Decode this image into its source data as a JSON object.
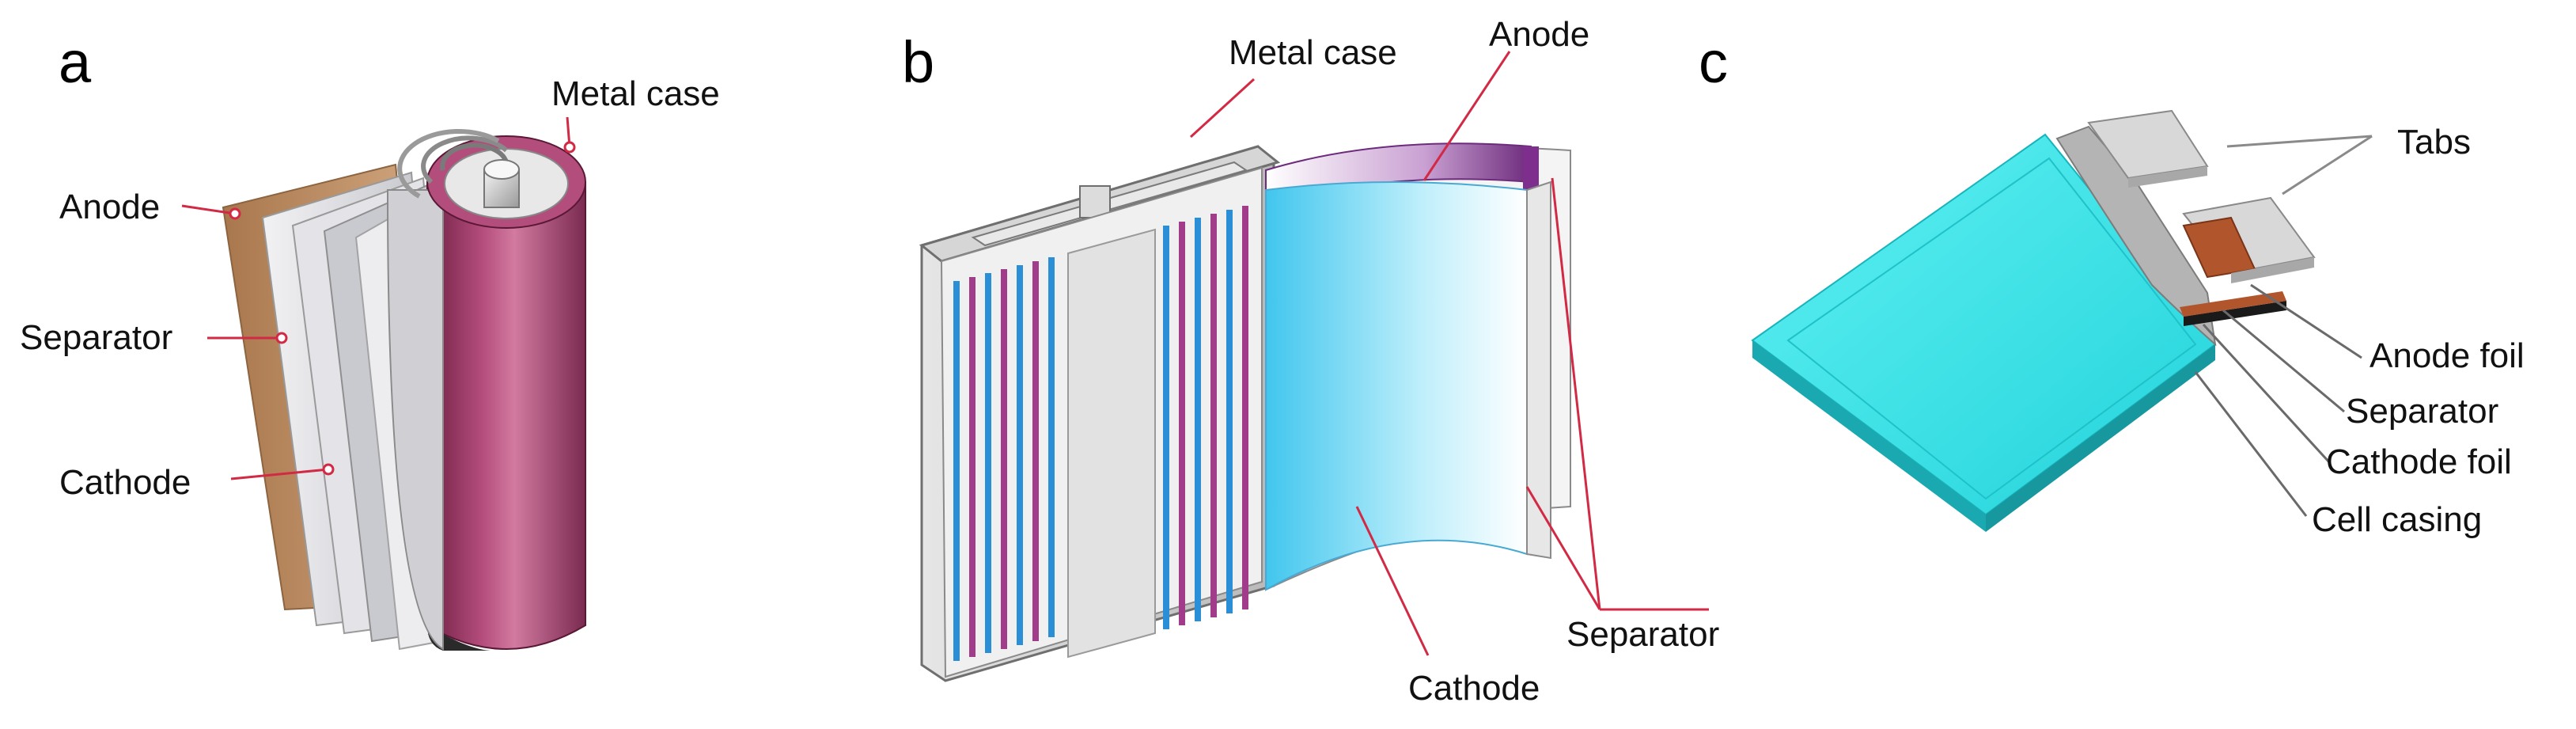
{
  "panels": [
    {
      "letter": "a",
      "labels": {
        "metal_case": "Metal case",
        "anode": "Anode",
        "separator": "Separator",
        "cathode": "Cathode"
      }
    },
    {
      "letter": "b",
      "labels": {
        "metal_case": "Metal case",
        "anode": "Anode",
        "separator": "Separator",
        "cathode": "Cathode"
      }
    },
    {
      "letter": "c",
      "labels": {
        "tabs": "Tabs",
        "anode_foil": "Anode foil",
        "separator": "Separator",
        "cathode_foil": "Cathode foil",
        "cell_casing": "Cell casing"
      }
    }
  ],
  "colors": {
    "leader_line": "#d22a45",
    "leader_line_c": "#8a8a8a",
    "metal_case_pink": "#a8426e",
    "anode_copper": "#b98a5e",
    "separator_gray": "#d8d8dc",
    "cathode_blue": "#6fd6f2",
    "pouch_cyan": "#3ee6e8",
    "tab_gray": "#c9c9c9",
    "tab_copper": "#b0552c"
  }
}
